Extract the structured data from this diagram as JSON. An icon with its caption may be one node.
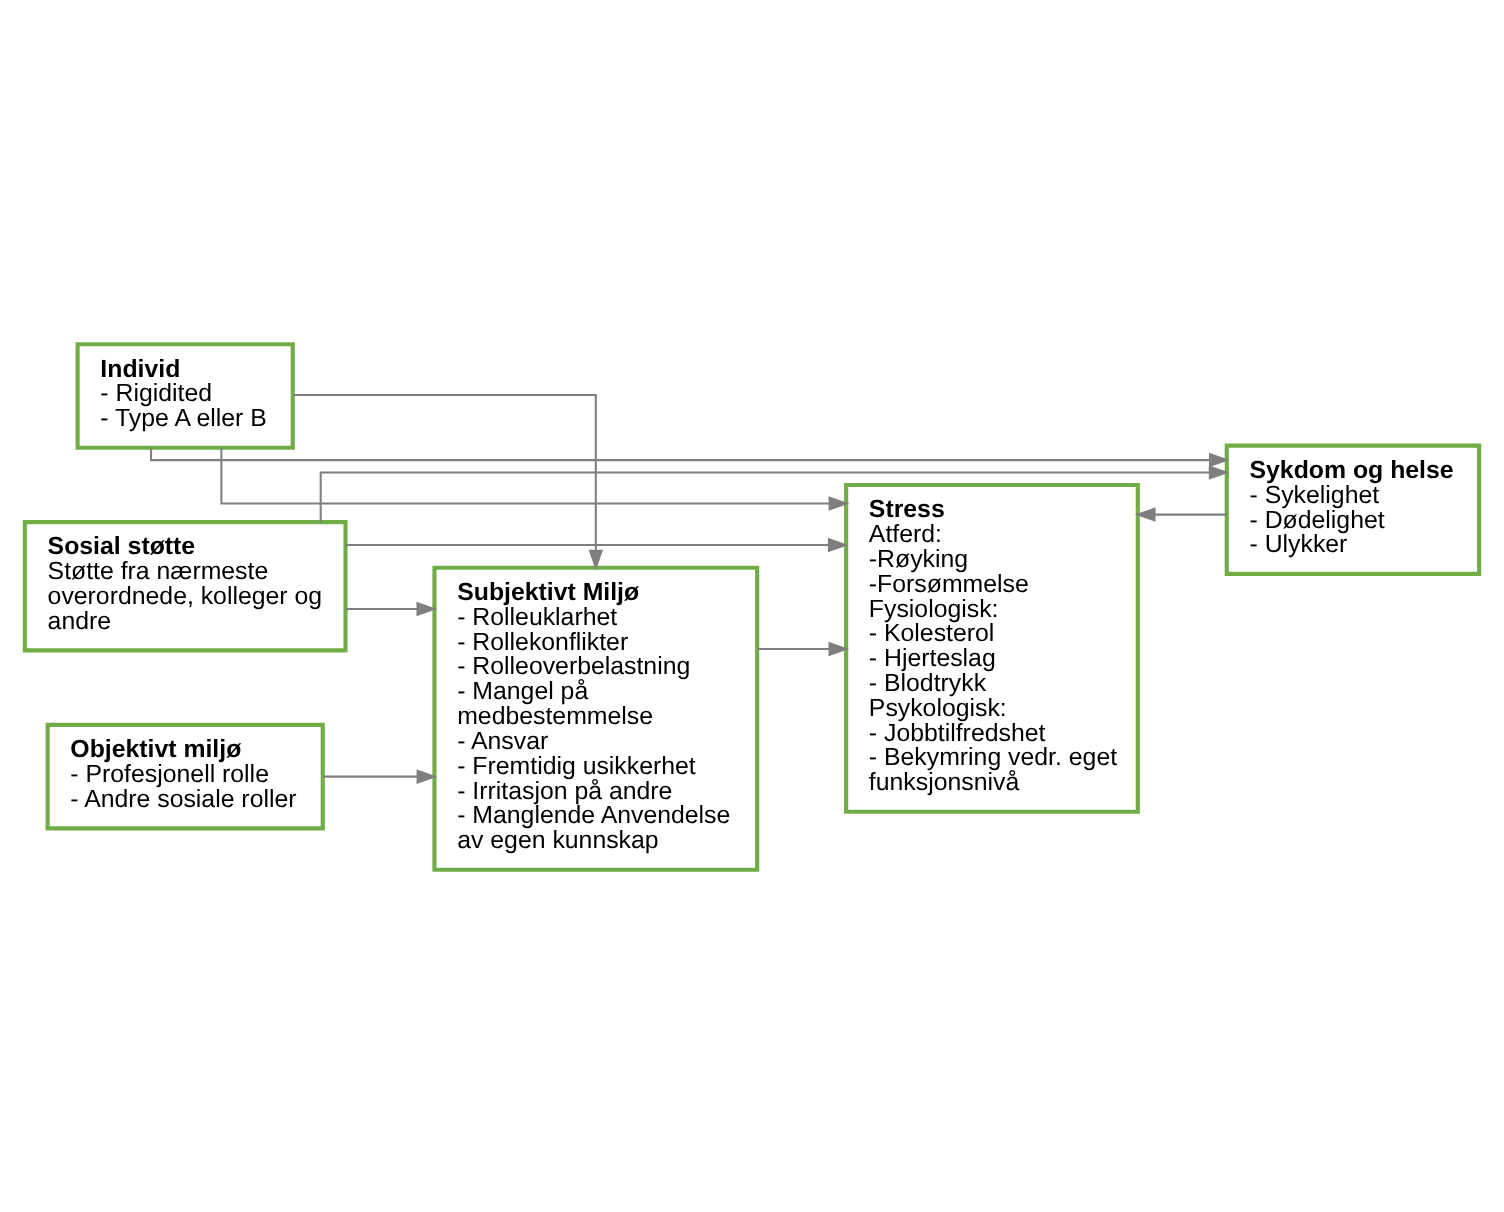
{
  "diagram": {
    "nodes": [
      {
        "text": [
          "Individ",
          "- Rigidited",
          "- Type A eller B"
        ]
      },
      {
        "text": [
          "Objektivt miljø",
          "- Profesjonell rolle",
          "- Andre sosiale roller"
        ]
      },
      {
        "text": [
          "Subjektivt Miljø",
          "- Rolleuklarhet",
          "- Rollekonflikter",
          "- Rolleoverbelastning",
          "- Mangel på medbestemmelse",
          "- Ansvar",
          "- Fremtidig usikkerhet",
          "- Irritasjon på andre",
          "- Manglende Anvendelse av egen kunnskap"
        ]
      },
      {
        "text": [
          "Stress",
          "Atferd:",
          "-Røyking",
          "-Forsømmelse",
          "Fysiologisk:",
          "- Kolesterol",
          "- Hjerteslag",
          "- Blodtrykk",
          "Psykologisk:",
          "- Jobbtilfredshet",
          "- Bekymring vedr. eget funksjonsnivå"
        ]
      },
      {
        "text": [
          "Sykdom og helse",
          "- Sykelighet",
          "- Dødelighet",
          "- Ulykker"
        ]
      },
      {
        "text": [
          "Sosial støtte",
          "Støtte fra nærmeste overordnede, kolleger og andre"
        ]
      }
    ],
    "edges": [
      {
        "from": 1,
        "to": 2,
        "arrow": "to"
      },
      {
        "from": 0,
        "to": 2,
        "arrow": "to"
      },
      {
        "from": 5,
        "to": 2,
        "arrow": "to"
      },
      {
        "from": 2,
        "to": 3,
        "arrow": "to"
      },
      {
        "from": 0,
        "to": 3,
        "arrow": "to"
      },
      {
        "from": 5,
        "to": 3,
        "arrow": "to"
      },
      {
        "from": 4,
        "to": 3,
        "arrow": "to"
      },
      {
        "from": 0,
        "to": 4,
        "arrow": "to"
      },
      {
        "from": 5,
        "to": 4,
        "arrow": "to"
      }
    ]
  }
}
